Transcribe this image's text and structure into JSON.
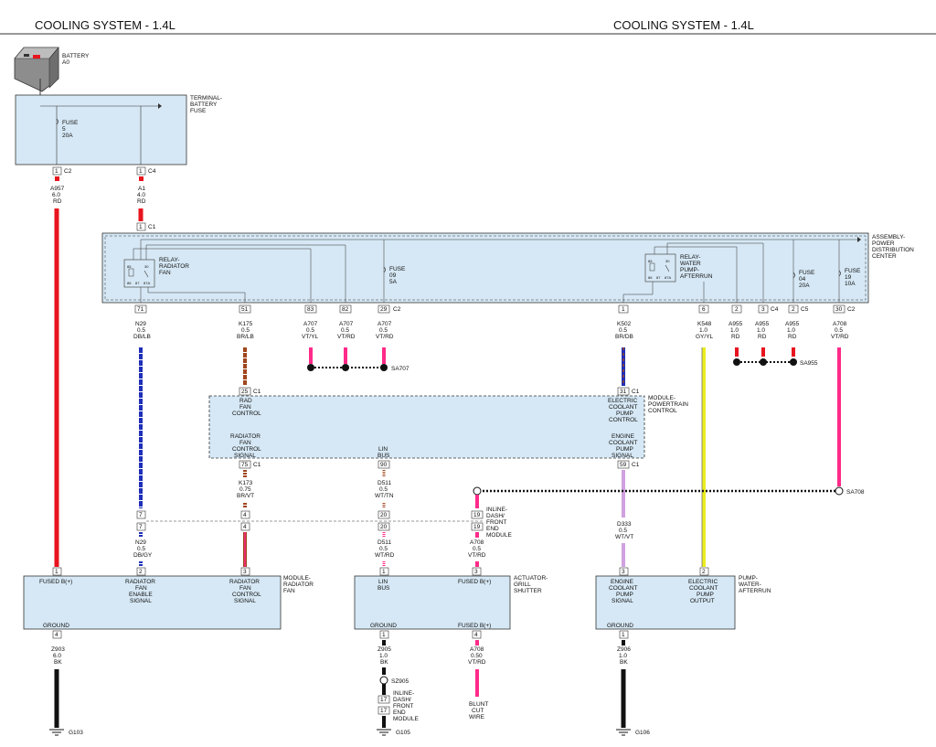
{
  "header": {
    "left_title": "COOLING SYSTEM - 1.4L",
    "right_title": "COOLING SYSTEM - 1.4L"
  },
  "colors": {
    "box_fill": "#d6e8f5",
    "red": "#e8141e",
    "blue": "#1f2fb8",
    "brown": "#a0451c",
    "pink": "#ff2a8a",
    "violet": "#b8a0d8",
    "yellow": "#ecec1e",
    "black": "#111111"
  },
  "components": {
    "battery": [
      "BATTERY",
      "A0"
    ],
    "terminal_fuse": [
      "TERMINAL-",
      "BATTERY",
      "FUSE"
    ],
    "fuse_5": [
      "FUSE",
      "5",
      "20A"
    ],
    "pdc": [
      "ASSEMBLY-",
      "POWER",
      "DISTRIBUTION",
      "CENTER"
    ],
    "relay_rad": [
      "RELAY-",
      "RADIATOR",
      "FAN"
    ],
    "fuse_09": [
      "FUSE",
      "09",
      "5A"
    ],
    "relay_water": [
      "RELAY-",
      "WATER",
      "PUMP-",
      "AFTERRUN"
    ],
    "fuse_04": [
      "FUSE",
      "04",
      "20A"
    ],
    "fuse_19": [
      "FUSE",
      "19",
      "10A"
    ],
    "pcm": [
      "MODULE-",
      "POWERTRAIN",
      "CONTROL"
    ],
    "pcm_rad_fan_ctrl": [
      "RAD",
      "FAN",
      "CONTROL"
    ],
    "pcm_ecp_ctrl": [
      "ELECTRIC",
      "COOLANT",
      "PUMP",
      "CONTROL"
    ],
    "pcm_rad_fan_sig": [
      "RADIATOR",
      "FAN",
      "CONTROL",
      "SIGNAL"
    ],
    "pcm_lin": [
      "LIN",
      "BUS"
    ],
    "pcm_ecp_sig": [
      "ENGINE",
      "COOLANT",
      "PUMP",
      "SIGNAL"
    ],
    "inline_connector": [
      "INLINE-",
      "DASH/",
      "FRONT",
      "END",
      "MODULE"
    ],
    "fan_module": [
      "MODULE-",
      "RADIATOR",
      "FAN"
    ],
    "fan_fused": [
      "FUSED B(+)"
    ],
    "fan_enable": [
      "RADIATOR",
      "FAN",
      "ENABLE",
      "SIGNAL"
    ],
    "fan_control": [
      "RADIATOR",
      "FAN",
      "CONTROL",
      "SIGNAL"
    ],
    "fan_ground": [
      "GROUND"
    ],
    "shutter": [
      "ACTUATOR-",
      "GRILL",
      "SHUTTER"
    ],
    "shutter_lin": [
      "LIN",
      "BUS"
    ],
    "shutter_fused": [
      "FUSED B(+)"
    ],
    "shutter_ground": [
      "GROUND"
    ],
    "shutter_fused2": [
      "FUSED B(+)"
    ],
    "pump": [
      "PUMP-",
      "WATER-",
      "AFTERRUN"
    ],
    "pump_sig": [
      "ENGINE",
      "COOLANT",
      "PUMP",
      "SIGNAL"
    ],
    "pump_out": [
      "ELECTRIC",
      "COOLANT",
      "PUMP",
      "OUTPUT"
    ],
    "pump_ground": [
      "GROUND"
    ],
    "blunt_cut": [
      "BLUNT",
      "CUT",
      "WIRE"
    ],
    "inline2": [
      "INLINE-",
      "DASH/",
      "FRONT",
      "END",
      "MODULE"
    ]
  },
  "connectors": {
    "c2_top": "C2",
    "c4_top": "C4",
    "c1_pdc": "C1",
    "c2_pdc": "C2",
    "c4_pdc": "C4",
    "c5_pdc": "C5",
    "c2_pdc_r": "C2",
    "c1_pcm_top": "C1",
    "c1_pcm_top_r": "C1",
    "c1_pcm_bot": "C1",
    "c1_pcm_bot_r": "C1"
  },
  "pins": {
    "p1_c2": "1",
    "p1_c4": "1",
    "p1_c1": "1",
    "p71": "71",
    "p51": "51",
    "p83": "83",
    "p82": "82",
    "p29": "29",
    "p1_k502": "1",
    "p6": "6",
    "p2_c4": "2",
    "p3_c4": "3",
    "p2_c5": "2",
    "p30": "30",
    "p25": "25",
    "p31": "31",
    "p75": "75",
    "p90": "90",
    "p59": "59",
    "p7a": "7",
    "p7b": "7",
    "p4a": "4",
    "p4b": "4",
    "p20a": "20",
    "p20b": "20",
    "p19a": "19",
    "p19b": "19",
    "p1_fan": "1",
    "p2_fan": "2",
    "p3_fan": "3",
    "p4_fan": "4",
    "p1_shut": "1",
    "p3_shut": "3",
    "p1_shut_g": "1",
    "p4_shut": "4",
    "p3_pump": "3",
    "p2_pump": "2",
    "p1_pump": "1",
    "p17a": "17",
    "p17b": "17"
  },
  "wires": {
    "a957": [
      "A957",
      "6.0",
      "RD"
    ],
    "a1": [
      "A1",
      "4.0",
      "RD"
    ],
    "n29_top": [
      "N29",
      "0.5",
      "DB/LB"
    ],
    "k175": [
      "K175",
      "0.5",
      "BR/LB"
    ],
    "a707_1": [
      "A707",
      "0.5",
      "VT/YL"
    ],
    "a707_2": [
      "A707",
      "0.5",
      "VT/RD"
    ],
    "a707_3": [
      "A707",
      "0.5",
      "VT/RD"
    ],
    "k502": [
      "K502",
      "0.5",
      "BR/DB"
    ],
    "k548": [
      "K548",
      "1.0",
      "GY/YL"
    ],
    "a955_1": [
      "A955",
      "1.0",
      "RD"
    ],
    "a955_2": [
      "A955",
      "1.0",
      "RD"
    ],
    "a955_3": [
      "A955",
      "1.0",
      "RD"
    ],
    "a708_top": [
      "A708",
      "0.5",
      "VT/RD"
    ],
    "k173": [
      "K173",
      "0.75",
      "BR/VT"
    ],
    "d511_top": [
      "D511",
      "0.5",
      "WT/TN"
    ],
    "n29_bot": [
      "N29",
      "0.5",
      "DB/GY"
    ],
    "d511_bot": [
      "D511",
      "0.5",
      "WT/RD"
    ],
    "a708_bot": [
      "A708",
      "0.5",
      "VT/RD"
    ],
    "d333": [
      "D333",
      "0.5",
      "WT/VT"
    ],
    "z903": [
      "Z903",
      "6.0",
      "BK"
    ],
    "z905": [
      "Z905",
      "1.0",
      "BK"
    ],
    "a708_shut": [
      "A708",
      "0.50",
      "VT/RD"
    ],
    "z906": [
      "Z906",
      "1.0",
      "BK"
    ]
  },
  "splices": {
    "sa707": "SA707",
    "sa955": "SA955",
    "sa708": "SA708",
    "sz905": "SZ905"
  },
  "grounds": {
    "g103": "G103",
    "g105": "G105",
    "g106": "G106"
  }
}
